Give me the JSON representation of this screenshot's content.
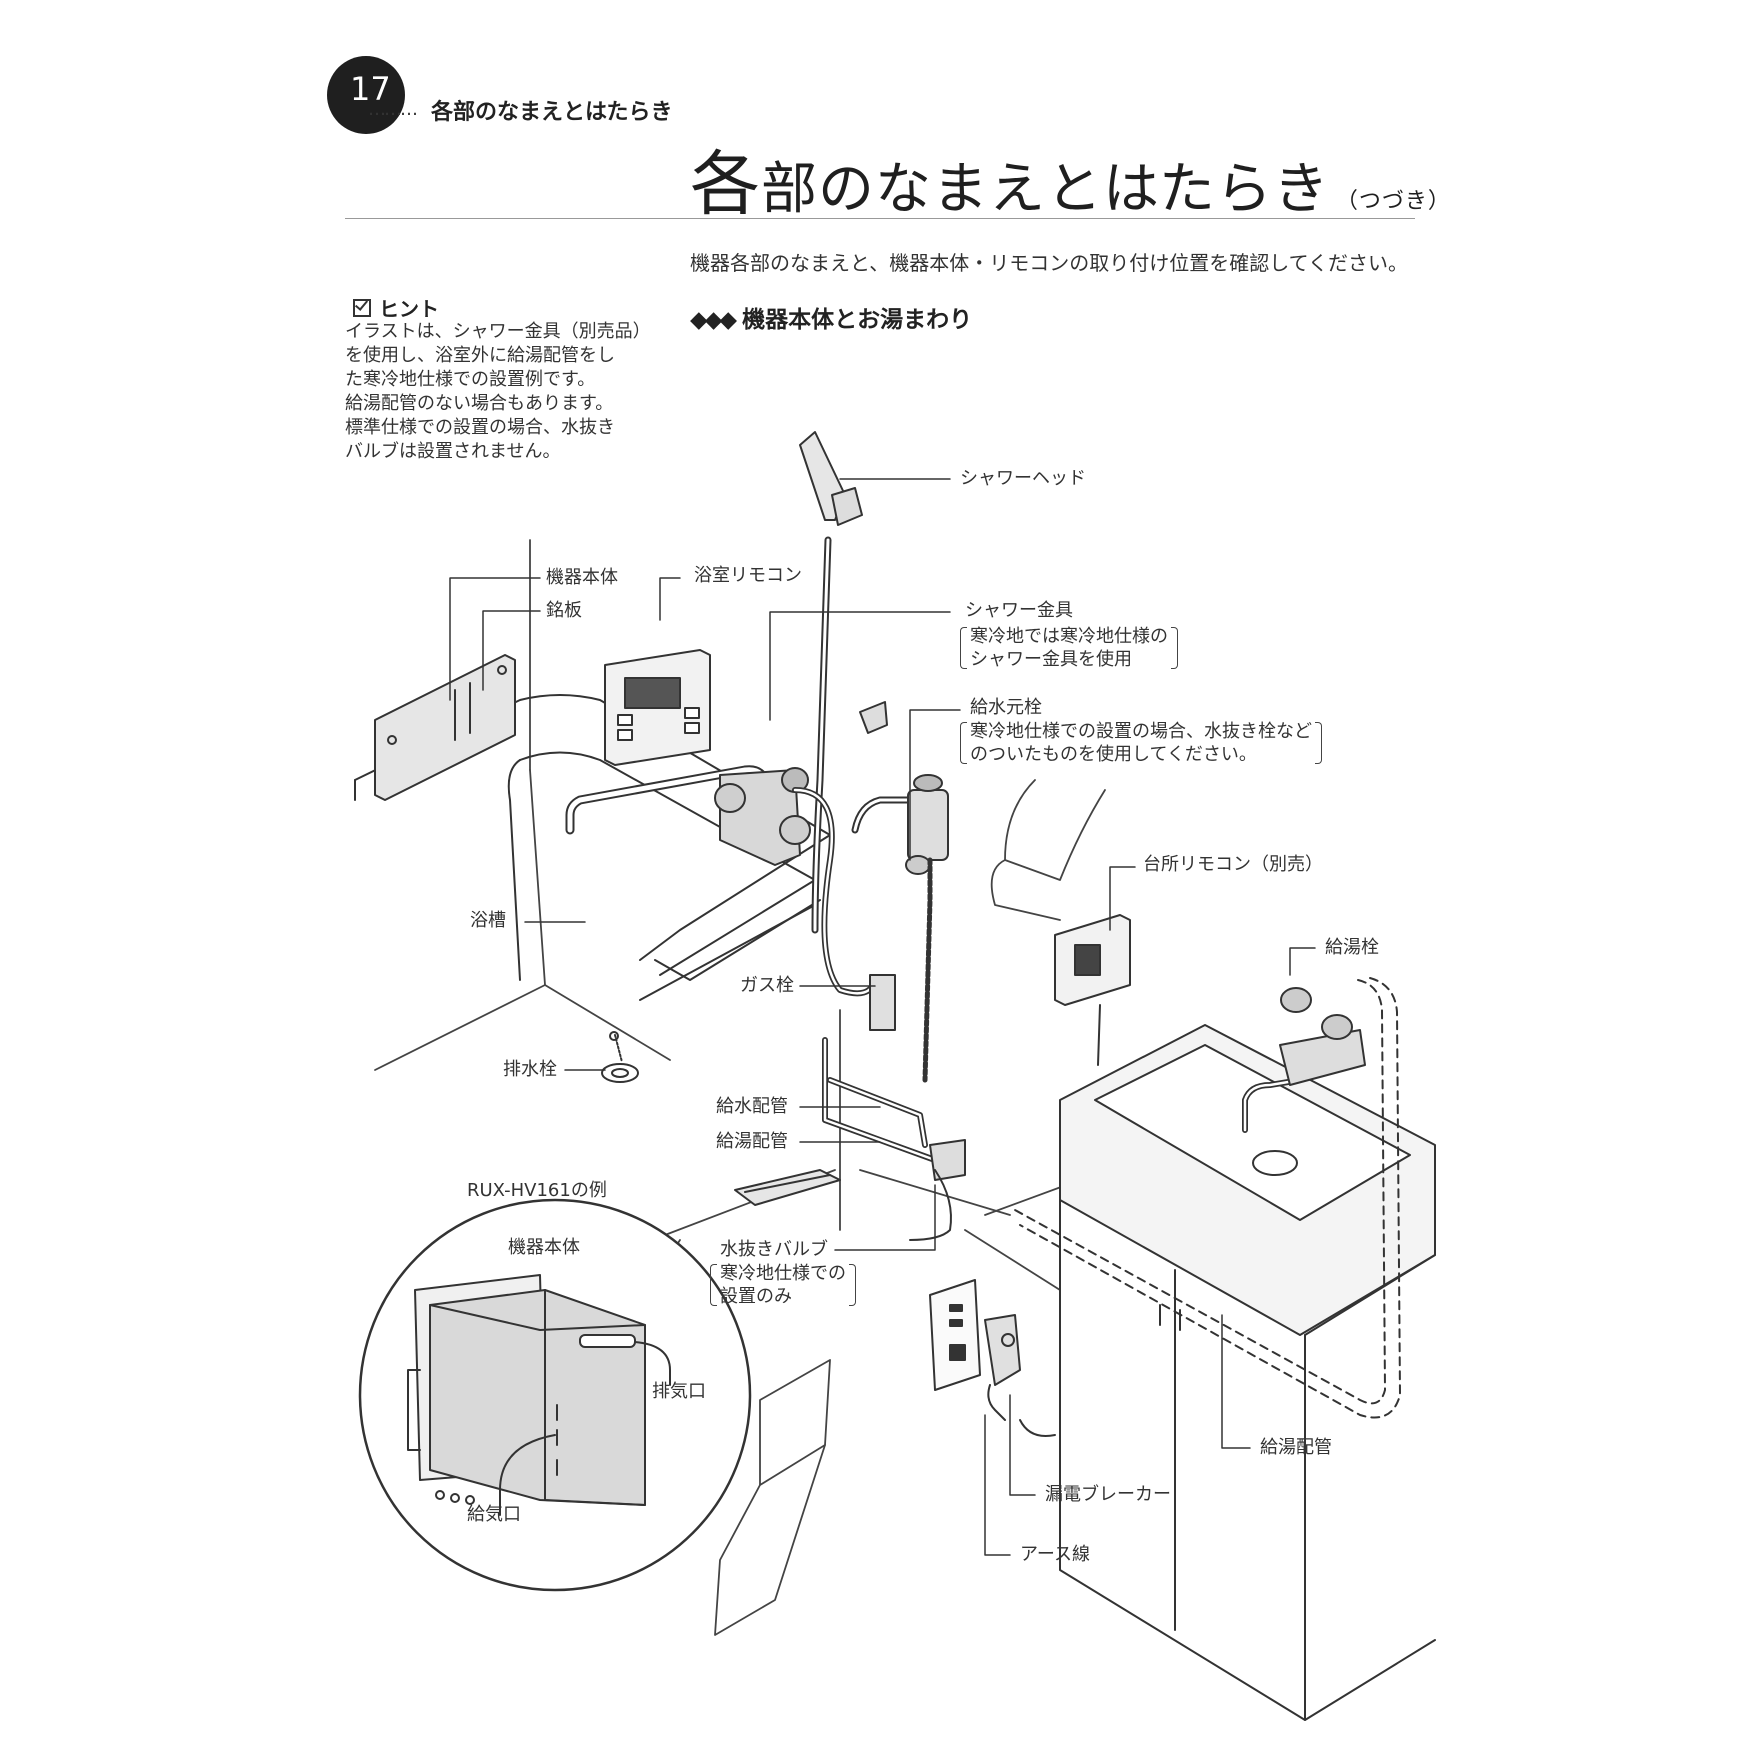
{
  "header": {
    "page_number": "17",
    "dots": "………",
    "section_title": "各部のなまえとはたらき"
  },
  "title": {
    "first_char": "各",
    "rest": "部のなまえとはたらき",
    "suffix": "（つづき）"
  },
  "intro_text": "機器各部のなまえと、機器本体・リモコンの取り付け位置を確認してください。",
  "section": {
    "bullets": "◆◆◆",
    "heading": "機器本体とお湯まわり"
  },
  "hint": {
    "title": "ヒント",
    "lines": [
      "イラストは、シャワー金具（別売品）",
      "を使用し、浴室外に給湯配管をし",
      "た寒冷地仕様での設置例です。",
      "給湯配管のない場合もあります。",
      "標準仕様での設置の場合、水抜き",
      "バルブは設置されません。"
    ]
  },
  "labels": {
    "shower_head": "シャワーヘッド",
    "unit_body": "機器本体",
    "name_plate": "銘板",
    "bath_remote": "浴室リモコン",
    "shower_fitting": "シャワー金具",
    "shower_fitting_note": [
      "寒冷地では寒冷地仕様の",
      "シャワー金具を使用"
    ],
    "water_main_valve": "給水元栓",
    "water_main_valve_note": [
      "寒冷地仕様での設置の場合、水抜き栓など",
      "のついたものを使用してください。"
    ],
    "kitchen_remote": "台所リモコン（別売）",
    "bathtub": "浴槽",
    "hot_water_tap": "給湯栓",
    "gas_valve": "ガス栓",
    "drain_plug": "排水栓",
    "water_pipe": "給水配管",
    "hot_water_pipe": "給湯配管",
    "drain_valve": "水抜きバルブ",
    "drain_valve_note": [
      "寒冷地仕様での",
      "設置のみ"
    ],
    "hot_water_pipe_2": "給湯配管",
    "leakage_breaker": "漏電ブレーカー",
    "earth_wire": "アース線",
    "inset_caption": "RUX-HV161の例",
    "inset_unit": "機器本体",
    "exhaust_port": "排気口",
    "intake_port": "給気口"
  }
}
